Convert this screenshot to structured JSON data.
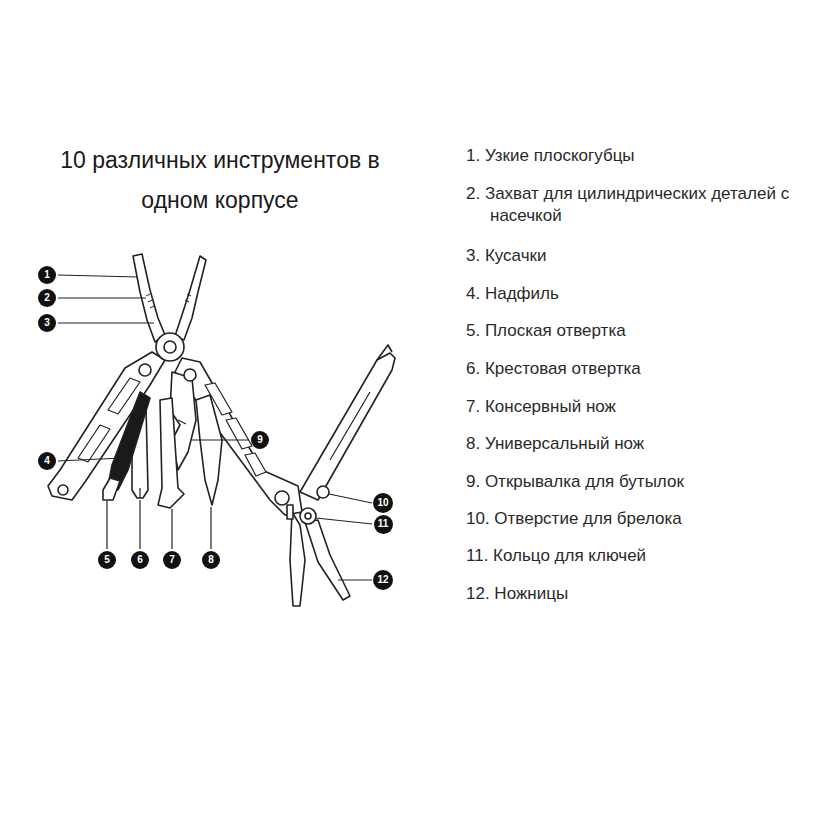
{
  "diagram": {
    "title": "10 различных инструментов в одном корпусе",
    "nodes": [
      {
        "text": [
          "1"
        ]
      },
      {
        "text": [
          "2"
        ]
      },
      {
        "text": [
          "3"
        ]
      },
      {
        "text": [
          "4"
        ]
      },
      {
        "text": [
          "5"
        ]
      },
      {
        "text": [
          "6"
        ]
      },
      {
        "text": [
          "7"
        ]
      },
      {
        "text": [
          "8"
        ]
      },
      {
        "text": [
          "9"
        ]
      },
      {
        "text": [
          "10"
        ]
      },
      {
        "text": [
          "11"
        ]
      },
      {
        "text": [
          "12"
        ]
      }
    ],
    "labels": [
      "1. Узкие плоскогубцы",
      "2. Захват для цилиндрических деталей с насечкой",
      "3. Кусачки",
      "4. Надфиль",
      "5. Плоская отвертка",
      "6. Крестовая отвертка",
      "7. Консервный нож",
      "8. Универсальный нож",
      "9. Открывалка для бутылок",
      "10. Отверстие для брелока",
      "11. Кольцо для ключей",
      "12. Ножницы"
    ]
  }
}
